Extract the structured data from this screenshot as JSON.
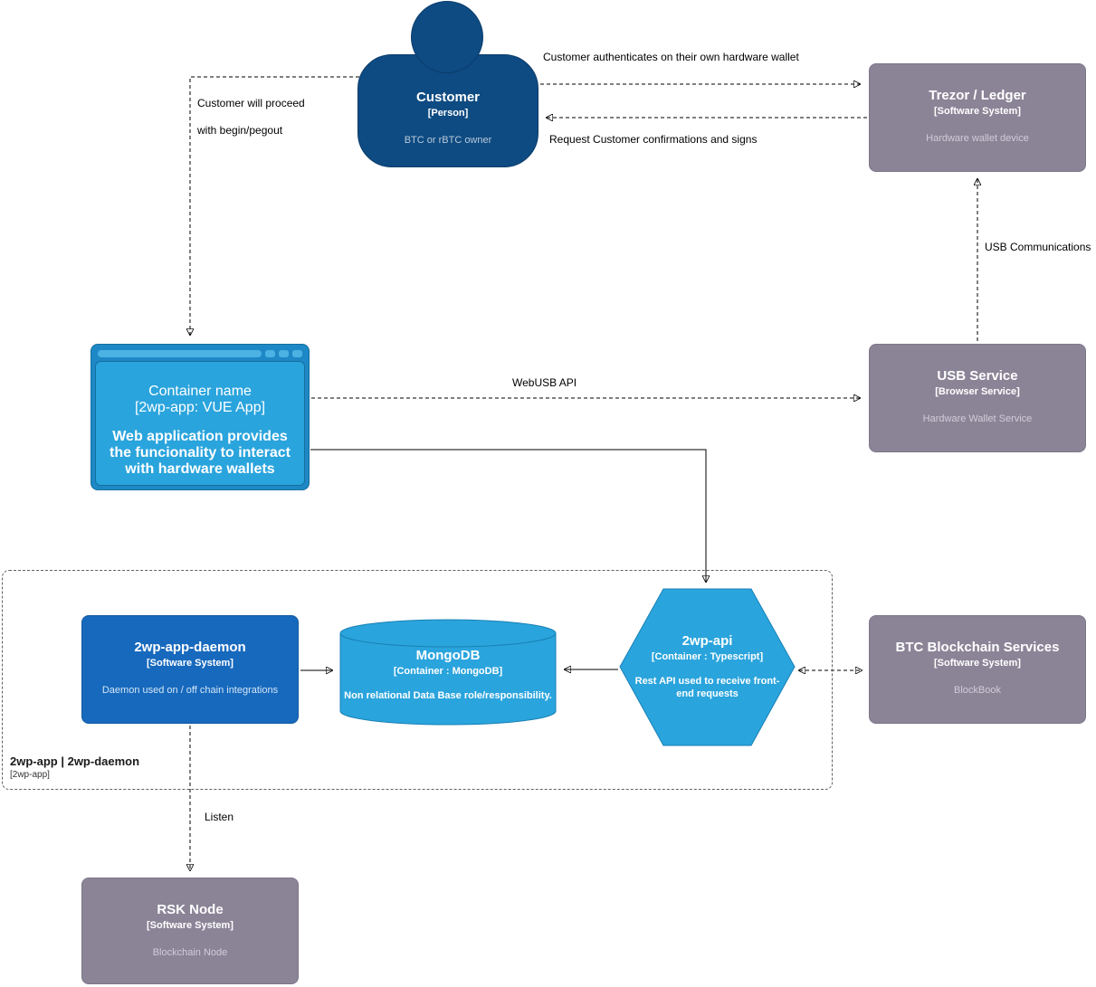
{
  "nodes": {
    "customer": {
      "title": "Customer",
      "subtitle": "[Person]",
      "desc": "BTC or rBTC owner"
    },
    "trezor": {
      "title": "Trezor / Ledger",
      "subtitle": "[Software System]",
      "desc": "Hardware wallet device"
    },
    "webapp": {
      "title": "Container name",
      "subtitle": "[2wp-app: VUE App]",
      "desc": "Web application provides the funcionality to interact with hardware wallets"
    },
    "usb_service": {
      "title": "USB Service",
      "subtitle": "[Browser Service]",
      "desc": "Hardware Wallet Service"
    },
    "daemon": {
      "title": "2wp-app-daemon",
      "subtitle": "[Software System]",
      "desc": "Daemon used on / off chain integrations"
    },
    "mongodb": {
      "title": "MongoDB",
      "subtitle": "[Container : MongoDB]",
      "desc": "Non relational Data Base role/responsibility."
    },
    "api": {
      "title": "2wp-api",
      "subtitle": "[Container : Typescript]",
      "desc": "Rest API used to receive front-end requests"
    },
    "btc_services": {
      "title": "BTC Blockchain Services",
      "subtitle": "[Software System]",
      "desc": "BlockBook"
    },
    "rsk_node": {
      "title": "RSK Node",
      "subtitle": "[Software System]",
      "desc": "Blockchain Node"
    }
  },
  "boundary": {
    "title": "2wp-app | 2wp-daemon",
    "subtitle": "[2wp-app]"
  },
  "edges": {
    "auth": "Customer authenticates on their own hardware wallet",
    "confirm": "Request Customer confirmations and signs",
    "proceed_line1": "Customer will proceed",
    "proceed_line2": "with begin/pegout",
    "webusb": "WebUSB API",
    "usb_comm": "USB Communications",
    "listen": "Listen"
  },
  "colors": {
    "person": "#0e4b82",
    "blue": "#2aa4dd",
    "blue-frame": "#1d88c5",
    "blue-dark": "#1769bd",
    "gray": "#8b8497"
  }
}
